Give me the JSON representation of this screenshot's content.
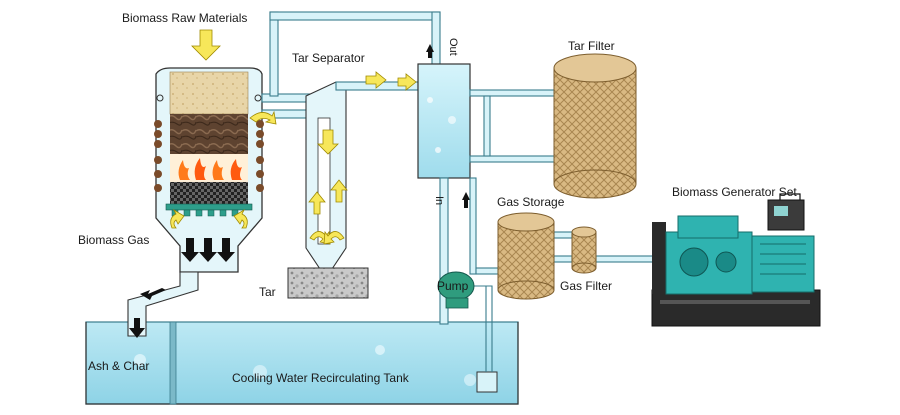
{
  "labels": {
    "raw_materials": "Biomass Raw Materials",
    "tar_separator": "Tar Separator",
    "out": "Out",
    "tar_filter": "Tar Filter",
    "generator": "Biomass Generator Set",
    "gas_storage": "Gas Storage",
    "biomass_gas": "Biomass Gas",
    "tar": "Tar",
    "pump": "Pump",
    "in": "In",
    "gas_filter": "Gas Filter",
    "ash_char": "Ash & Char",
    "cooling_tank": "Cooling Water Recirculating Tank"
  },
  "colors": {
    "water": "#bfe9f4",
    "pipe": "#d8f3f9",
    "pipe_stroke": "#3a7c8c",
    "wicker": "#d8b880",
    "arrow_yellow": "#f7e75a",
    "generator_teal": "#2fb3b0",
    "generator_frame": "#1f1f1f",
    "char": "#6b4c36",
    "flame": "#ff7a1a",
    "wood": "#e6d1a3"
  },
  "icons": {
    "arrow_down": "yellow-arrow-down-icon",
    "arrow_up": "yellow-arrow-up-icon",
    "arrow_right": "yellow-arrow-right-icon",
    "generator": "generator-icon",
    "pump": "pump-icon"
  }
}
